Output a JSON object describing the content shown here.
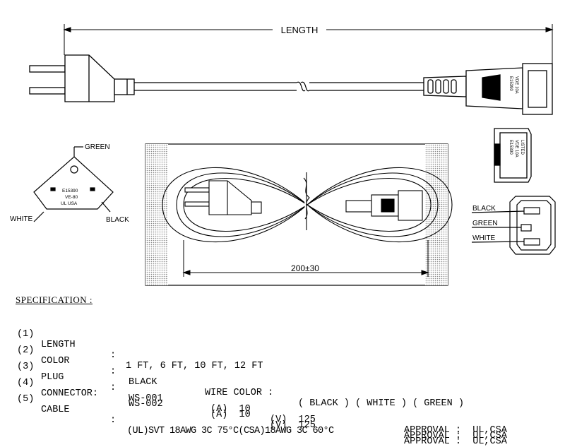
{
  "labels": {
    "length": "LENGTH",
    "green_top": "GREEN",
    "white_left": "WHITE",
    "black_left": "BLACK",
    "black_right": "BLACK",
    "green_right": "GREEN",
    "white_right": "WHITE",
    "dimension": "200±30",
    "plug_face_text": [
      "E15390",
      "VE-80",
      "UL  USA"
    ],
    "connector_text": [
      "E15390",
      "VDE 10A",
      "LISTED"
    ]
  },
  "spec": {
    "title": "SPECIFICATION :",
    "rows": [
      {
        "num": "(1)",
        "name": "LENGTH",
        "colon": ":",
        "value": "1 FT, 6 FT, 10 FT, 12 FT"
      },
      {
        "num": "(2)",
        "name": "COLOR",
        "colon": ":",
        "value": "BLACK",
        "wire_label": "WIRE COLOR :",
        "wire_value": "( BLACK ) ( WHITE ) ( GREEN )"
      },
      {
        "num": "(3)",
        "name": "PLUG",
        "colon": ":",
        "value": "WS-001",
        "amp": "(A)  10",
        "volt": "(V)  125",
        "approval": "APPROVAL :  UL,CSA"
      },
      {
        "num": "(4)",
        "name": "CONNECTOR:",
        "colon": "",
        "value": "WS-002",
        "amp": "(A)  10",
        "volt": "(V)  125",
        "approval": "APPROVAL :  UL,CSA"
      },
      {
        "num": "(5)",
        "name": "CABLE",
        "colon": ":",
        "value": "(UL)SVT 18AWG 3C 75°C(CSA)18AWG 3C 60°C",
        "approval": "APPROVAL :  UL,CSA"
      }
    ]
  }
}
